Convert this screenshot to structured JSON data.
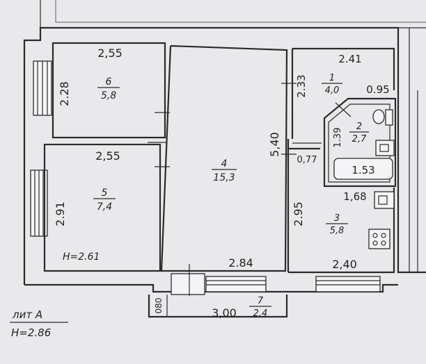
{
  "rooms": [
    {
      "num": "6",
      "area": "5,8"
    },
    {
      "num": "5",
      "area": "7,4"
    },
    {
      "num": "4",
      "area": "15,3"
    },
    {
      "num": "1",
      "area": "4,0"
    },
    {
      "num": "2",
      "area": "2,7"
    },
    {
      "num": "3",
      "area": "5,8"
    },
    {
      "num": "7",
      "area": "2,4"
    }
  ],
  "dims": {
    "r6_width": "2,55",
    "r6_depth": "2.28",
    "r5_width": "2,55",
    "r5_depth": "2.91",
    "r4_width": "2.84",
    "r4_depth": "5,40",
    "r1_width": "2.41",
    "r1_depth": "2.33",
    "r1_side": "0.95",
    "r2_depth": "1.39",
    "r2_bath": "1.53",
    "r3_top": "1,68",
    "r3_width": "2,40",
    "r3_depth": "2.95",
    "door_gap": "0,77",
    "balcony_width": "3,00",
    "balcony_depth": "080"
  },
  "inner_height": "H=2.61",
  "lit": "лит А",
  "height_total": "H=2.86"
}
